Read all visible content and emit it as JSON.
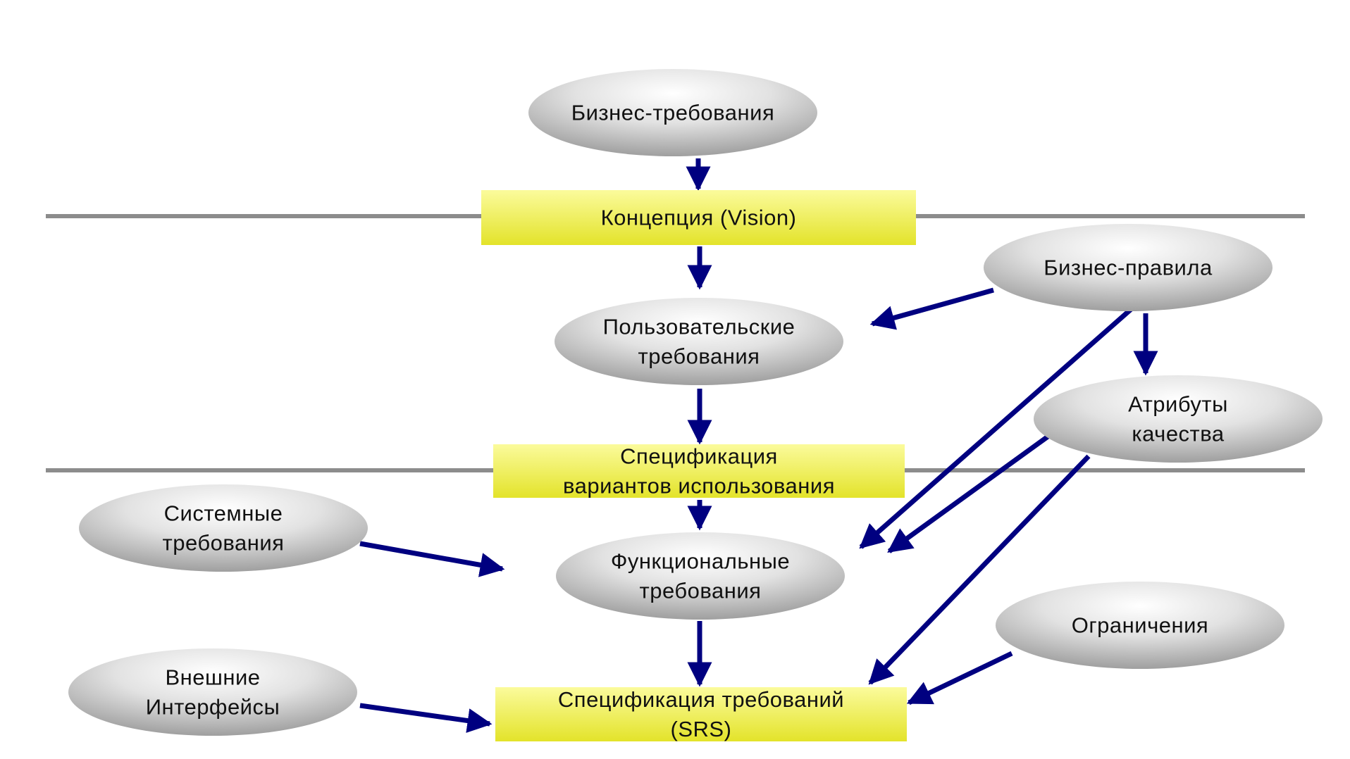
{
  "diagram": {
    "colors": {
      "background": "#ffffff",
      "divider": "#8c8c8c",
      "box_fill_light": "#fbfb9c",
      "box_fill_dark": "#e3e32a",
      "ellipse_light": "#ffffff",
      "ellipse_dark": "#9a9a9a",
      "arrow": "#000080"
    },
    "nodes": {
      "business_requirements": {
        "lines": [
          "Бизнес-требования"
        ]
      },
      "vision": {
        "lines": [
          "Концепция (Vision)"
        ]
      },
      "user_requirements": {
        "lines": [
          "Пользовательские",
          "требования"
        ]
      },
      "business_rules": {
        "lines": [
          "Бизнес-правила"
        ]
      },
      "quality_attributes": {
        "lines": [
          "Атрибуты",
          "качества"
        ]
      },
      "use_case_spec": {
        "lines": [
          "Спецификация",
          "вариантов использования"
        ]
      },
      "system_requirements": {
        "lines": [
          "Системные",
          "требования"
        ]
      },
      "functional_requirements": {
        "lines": [
          "Функциональные",
          "требования"
        ]
      },
      "constraints": {
        "lines": [
          "Ограничения"
        ]
      },
      "external_interfaces": {
        "lines": [
          "Внешние",
          "Интерфейсы"
        ]
      },
      "srs": {
        "lines": [
          "Спецификация требований",
          "(SRS)"
        ]
      }
    },
    "edges": [
      {
        "from": "business_requirements",
        "to": "vision"
      },
      {
        "from": "vision",
        "to": "user_requirements"
      },
      {
        "from": "business_rules",
        "to": "user_requirements"
      },
      {
        "from": "business_rules",
        "to": "quality_attributes"
      },
      {
        "from": "business_rules",
        "to": "functional_requirements"
      },
      {
        "from": "quality_attributes",
        "to": "functional_requirements"
      },
      {
        "from": "quality_attributes",
        "to": "srs"
      },
      {
        "from": "user_requirements",
        "to": "use_case_spec"
      },
      {
        "from": "use_case_spec",
        "to": "functional_requirements"
      },
      {
        "from": "system_requirements",
        "to": "functional_requirements"
      },
      {
        "from": "functional_requirements",
        "to": "srs"
      },
      {
        "from": "external_interfaces",
        "to": "srs"
      },
      {
        "from": "constraints",
        "to": "srs"
      }
    ]
  }
}
